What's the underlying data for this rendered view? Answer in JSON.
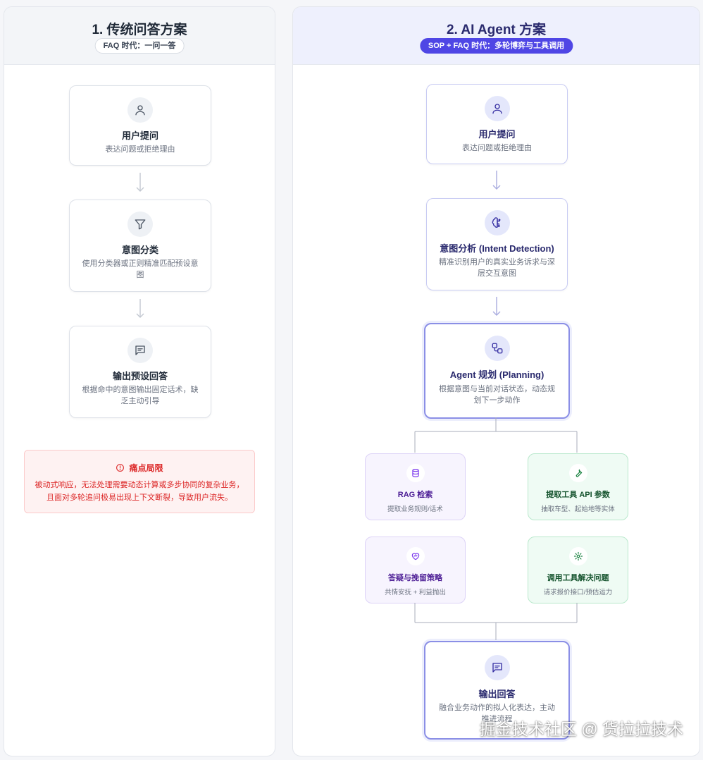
{
  "left": {
    "title": "1. 传统问答方案",
    "badge": "FAQ 时代：一问一答",
    "nodes": [
      {
        "title": "用户提问",
        "desc": "表达问题或拒绝理由",
        "icon": "user-icon"
      },
      {
        "title": "意图分类",
        "desc": "使用分类器或正则精准匹配预设意图",
        "icon": "filter-icon"
      },
      {
        "title": "输出预设回答",
        "desc": "根据命中的意图输出固定话术，缺乏主动引导",
        "icon": "message-icon"
      }
    ],
    "pain": {
      "title": "痛点局限",
      "text": "被动式响应，无法处理需要动态计算或多步协同的复杂业务，且面对多轮追问极易出现上下文断裂，导致用户流失。",
      "icon": "alert-circle-icon"
    }
  },
  "right": {
    "title": "2. AI Agent 方案",
    "badge": "SOP + FAQ 时代：多轮博弈与工具调用",
    "nodes": {
      "user": {
        "title": "用户提问",
        "desc": "表达问题或拒绝理由",
        "icon": "user-icon"
      },
      "intent": {
        "title": "意图分析 (Intent Detection)",
        "desc": "精准识别用户的真实业务诉求与深层交互意图",
        "icon": "brain-icon"
      },
      "planning": {
        "title": "Agent 规划 (Planning)",
        "desc": "根据意图与当前对话状态，动态规划下一步动作",
        "icon": "workflow-icon"
      },
      "rag": {
        "title": "RAG 检索",
        "desc": "提取业务规则/话术",
        "icon": "database-icon"
      },
      "retention": {
        "title": "答疑与挽留策略",
        "desc": "共情安抚 + 利益抛出",
        "icon": "heart-handshake-icon"
      },
      "extract": {
        "title": "提取工具 API 参数",
        "desc": "抽取车型、起始地等实体",
        "icon": "wrench-icon"
      },
      "tool": {
        "title": "调用工具解决问题",
        "desc": "请求报价接口/预估运力",
        "icon": "gear-icon"
      },
      "output": {
        "title": "输出回答",
        "desc": "融合业务动作的拟人化表达，主动推进流程",
        "icon": "message-icon"
      }
    }
  },
  "colors": {
    "accent": "#4f46e5",
    "danger": "#dc2626",
    "purple": "#7c3aed",
    "green": "#15803d"
  },
  "watermark": "掘金技术社区 @ 货拉拉技术"
}
